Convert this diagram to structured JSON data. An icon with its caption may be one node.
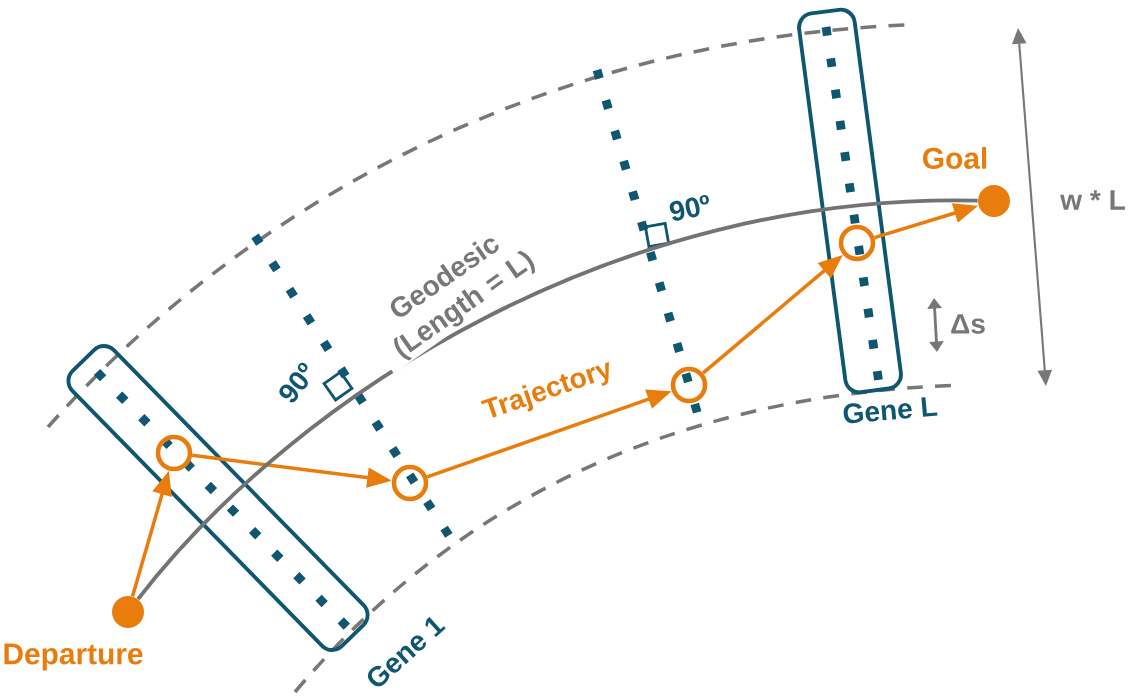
{
  "diagram": {
    "nodes": [
      {
        "text": [
          "Departure"
        ]
      },
      {
        "text": [
          "Gene 1"
        ]
      },
      {
        "text": [],
        "shape": "circle"
      },
      {
        "text": [],
        "shape": "circle"
      },
      {
        "text": [],
        "shape": "circle"
      },
      {
        "text": [
          "Gene L"
        ]
      },
      {
        "text": [],
        "shape": "circle",
        "in": 5
      },
      {
        "text": [
          "Goal"
        ]
      }
    ],
    "edges": [
      {
        "from": 0,
        "to": 2,
        "arrow": "to"
      },
      {
        "from": 2,
        "to": 3,
        "arrow": "to"
      },
      {
        "from": 3,
        "to": 4,
        "arrow": "to",
        "label": "Trajectory"
      },
      {
        "from": 4,
        "to": 6,
        "arrow": "to"
      },
      {
        "from": 6,
        "to": 7,
        "arrow": "to"
      },
      {
        "from": 0,
        "to": 7,
        "arrow": "none",
        "label": "Geodesic (Length = L)",
        "color": "#737373"
      }
    ],
    "labels": [
      "90º",
      "90º",
      "Δs",
      "w * L"
    ]
  }
}
